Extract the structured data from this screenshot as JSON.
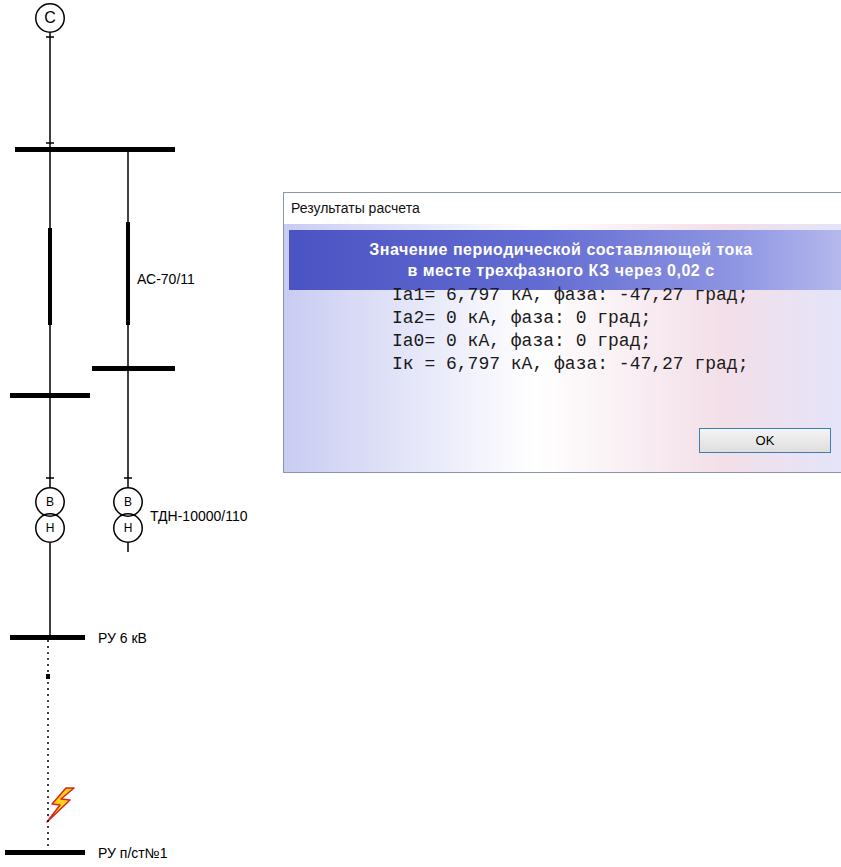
{
  "diagram": {
    "nodes": [
      {
        "text": [
          "С"
        ]
      },
      {
        "text": [
          "В"
        ]
      },
      {
        "text": [
          "Н"
        ]
      },
      {
        "text": [
          "В"
        ]
      },
      {
        "text": [
          "Н"
        ]
      },
      {
        "text": [
          "РУ 6 кВ"
        ]
      },
      {
        "text": [
          "РУ п/ст№1"
        ]
      },
      {
        "text": [
          "Результаты расчета"
        ]
      },
      {
        "text": [
          "Значение периодической составляющей тока в месте трехфазного КЗ через 0,02 с"
        ],
        "in": 7
      },
      {
        "text": [
          "OK"
        ],
        "in": 7
      }
    ],
    "edges": [
      {
        "from": 2,
        "to": 5,
        "arrow": "none"
      },
      {
        "from": 5,
        "to": 6,
        "arrow": "none"
      }
    ],
    "labels": [
      "АС-70/11",
      "ТДН-10000/110",
      "Ia1= 6,797 кА, фаза: -47,27 град;",
      "Ia2= 0 кА, фаза: 0 град;",
      "Ia0= 0 кА, фаза: 0 град;",
      "Iк = 6,797 кА, фаза: -47,27 град;"
    ]
  }
}
